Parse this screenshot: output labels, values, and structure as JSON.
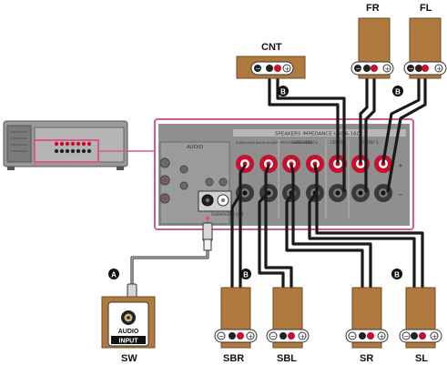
{
  "speakers": {
    "fl": "FL",
    "fr": "FR",
    "cnt": "CNT",
    "sw": "SW",
    "sbr": "SBR",
    "sbl": "SBL",
    "sr": "SR",
    "sl": "SL"
  },
  "markers": {
    "a": "A",
    "b": "B"
  },
  "subwoofer_panel": {
    "audio": "AUDIO",
    "input": "INPUT"
  },
  "receiver_panel": {
    "speakers_header": "SPEAKERS   IMPEDANCE USE 6-16Ω",
    "audio_section": "AUDIO",
    "surround_back_header": "SURROUND BACK/ BI-AMP/ FRONT HIGH/ FRONT B",
    "surround_header": "SURROUND",
    "center_header": "CENTER",
    "front_header": "FRONT A",
    "subwoofer_out": "SUBWOOFER OUT"
  },
  "terminal_signs": {
    "plus": "+",
    "minus": "−"
  },
  "colors": {
    "speaker_box": "#b07a3f",
    "speaker_box_edge": "#6e4a1f",
    "highlight_pink": "#d9568e",
    "panel_gray": "#8f8f8f",
    "terminal_red": "#c8102e",
    "cable": "#1a1a1a"
  }
}
